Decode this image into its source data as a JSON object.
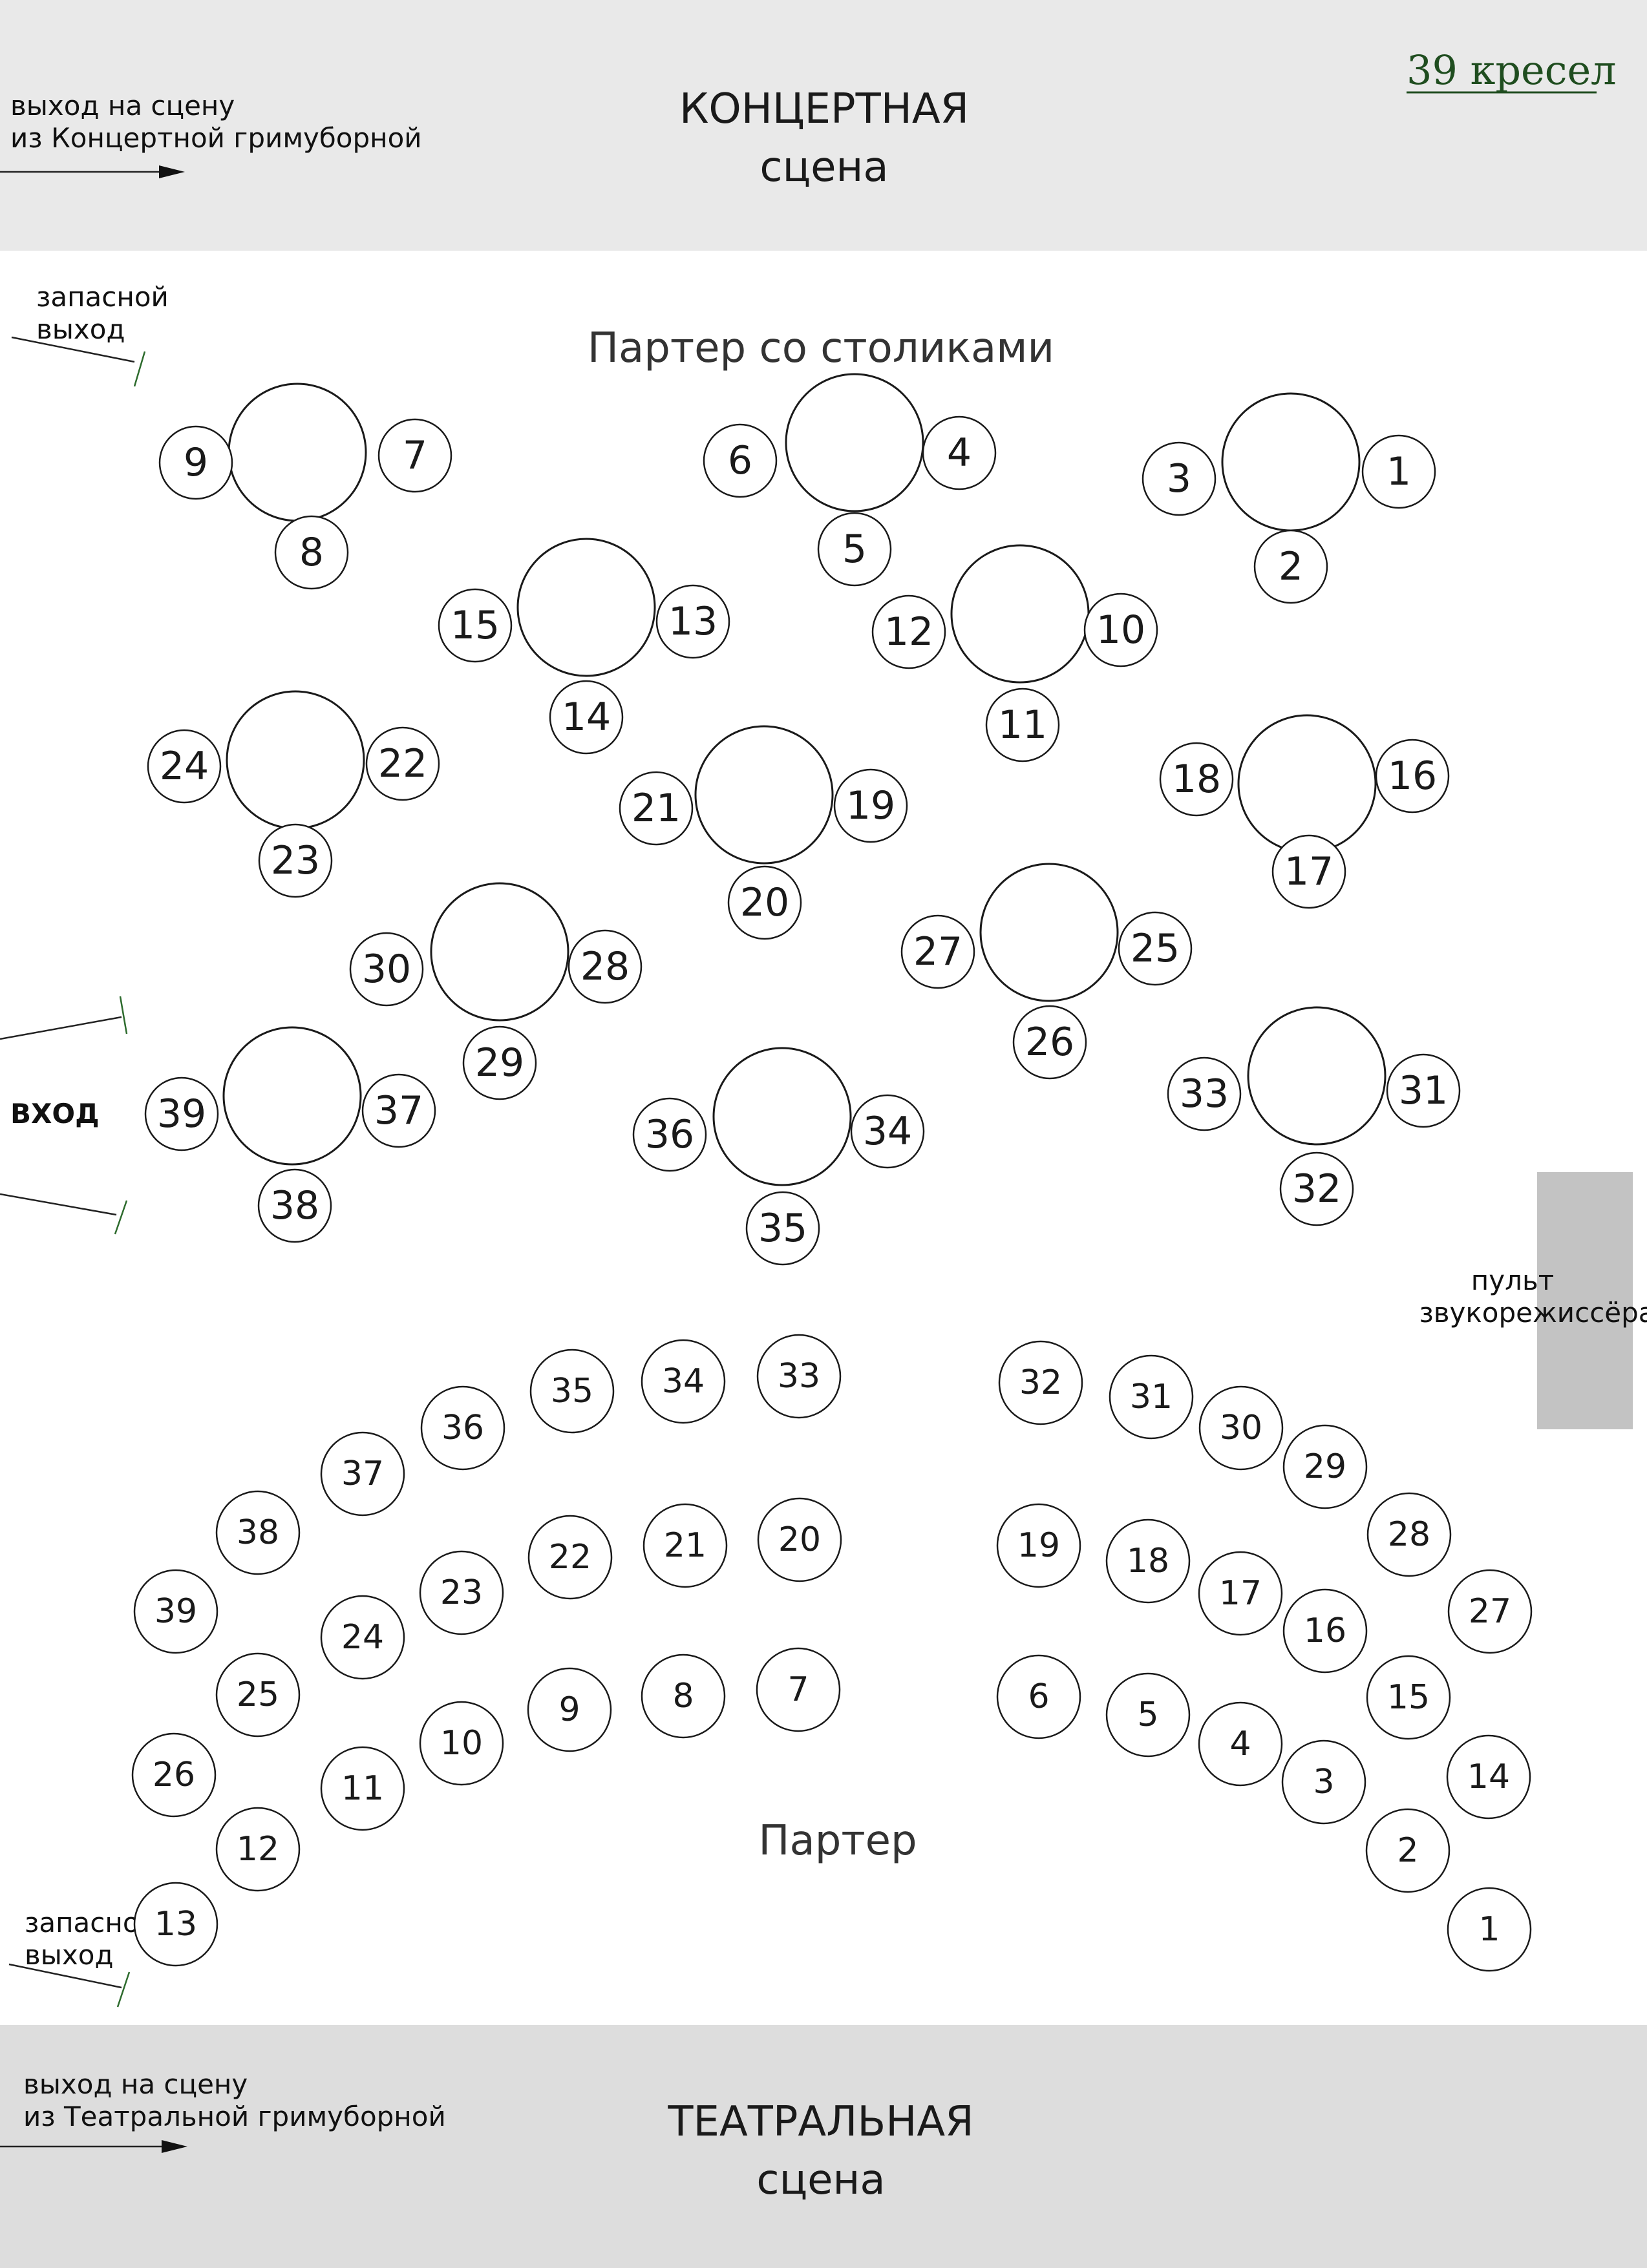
{
  "capacity": "39 кресел",
  "top_stage": {
    "title": "КОНЦЕРТНАЯ",
    "subtitle": "сцена",
    "exit_line1": "выход на сцену",
    "exit_line2": "из Концертной гримуборной"
  },
  "bottom_stage": {
    "title": "ТЕАТРАЛЬНАЯ",
    "subtitle": "сцена",
    "exit_line1": "выход на сцену",
    "exit_line2": "из Театральной гримуборной"
  },
  "emergency_exit_top": {
    "line1": "запасной",
    "line2": "выход"
  },
  "emergency_exit_bottom": {
    "line1": "запасной",
    "line2": "выход"
  },
  "entrance_label": "ВХОД",
  "sound_console": {
    "line1": "пульт",
    "line2": "звукорежиссёра"
  },
  "sections": {
    "tables_title": "Партер со столиками",
    "stalls_title": "Партер"
  },
  "tables": [
    {
      "seats": [
        "9",
        "8",
        "7"
      ]
    },
    {
      "seats": [
        "6",
        "5",
        "4"
      ]
    },
    {
      "seats": [
        "3",
        "2",
        "1"
      ]
    },
    {
      "seats": [
        "15",
        "14",
        "13"
      ]
    },
    {
      "seats": [
        "12",
        "11",
        "10"
      ]
    },
    {
      "seats": [
        "24",
        "23",
        "22"
      ]
    },
    {
      "seats": [
        "21",
        "20",
        "19"
      ]
    },
    {
      "seats": [
        "18",
        "17",
        "16"
      ]
    },
    {
      "seats": [
        "30",
        "29",
        "28"
      ]
    },
    {
      "seats": [
        "27",
        "26",
        "25"
      ]
    },
    {
      "seats": [
        "39",
        "38",
        "37"
      ]
    },
    {
      "seats": [
        "36",
        "35",
        "34"
      ]
    },
    {
      "seats": [
        "33",
        "32",
        "31"
      ]
    }
  ],
  "stalls_seats": [
    "1",
    "2",
    "3",
    "4",
    "5",
    "6",
    "7",
    "8",
    "9",
    "10",
    "11",
    "12",
    "13",
    "14",
    "15",
    "16",
    "17",
    "18",
    "19",
    "20",
    "21",
    "22",
    "23",
    "24",
    "25",
    "26",
    "27",
    "28",
    "29",
    "30",
    "31",
    "32",
    "33",
    "34",
    "35",
    "36",
    "37",
    "38",
    "39"
  ]
}
